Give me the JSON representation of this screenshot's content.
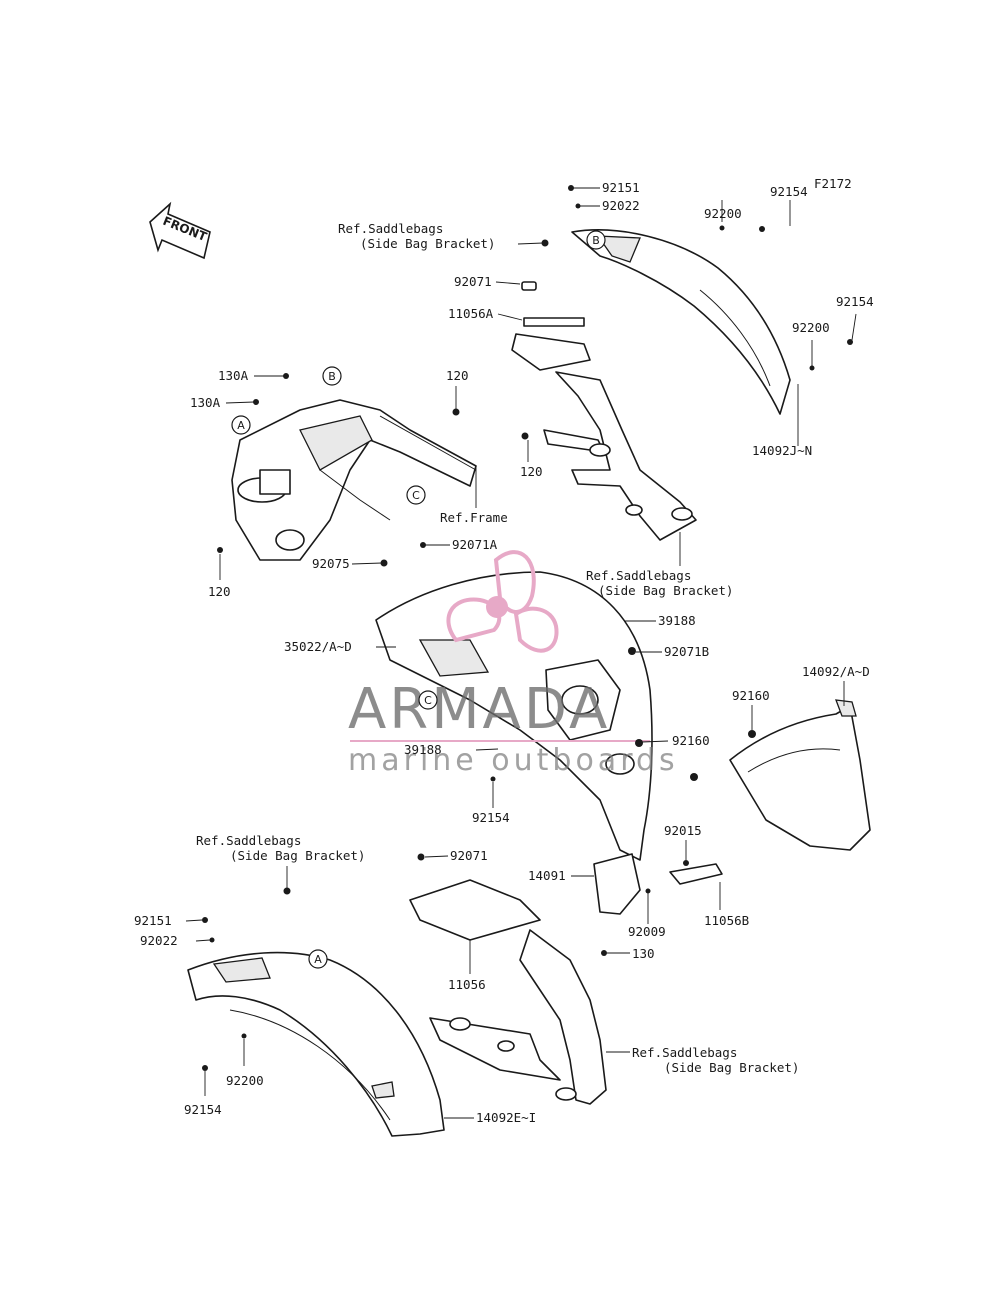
{
  "figure_code": "F2172",
  "front_label": "FRONT",
  "watermark": {
    "brand": "ARMADA",
    "tagline": "marine outboards",
    "accent": "#e7a9c7"
  },
  "callouts": {
    "A": "A",
    "B": "B",
    "C": "C"
  },
  "labels": {
    "p92151_top": "92151",
    "p92022_top": "92022",
    "p92154_top": "92154",
    "p92200_top": "92200",
    "ref_bracket_top_1": "Ref.Saddlebags",
    "ref_bracket_top_2": "(Side Bag Bracket)",
    "p92071_top": "92071",
    "p11056A": "11056A",
    "p92154_right": "92154",
    "p92200_right": "92200",
    "p130A_1": "130A",
    "p130A_2": "130A",
    "p120_top": "120",
    "p120_mid": "120",
    "p14092JN": "14092J~N",
    "ref_frame": "Ref.Frame",
    "p120_left": "120",
    "p92071A": "92071A",
    "p92075": "92075",
    "ref_bracket_mid_1": "Ref.Saddlebags",
    "ref_bracket_mid_2": "(Side Bag Bracket)",
    "p39188_right": "39188",
    "p35022": "35022/A~D",
    "p92071B": "92071B",
    "p14092AD": "14092/A~D",
    "p92160_top": "92160",
    "p39188_left": "39188",
    "p92160_mid": "92160",
    "p92154_mid": "92154",
    "ref_bracket_left_1": "Ref.Saddlebags",
    "ref_bracket_left_2": "(Side Bag Bracket)",
    "p92071_bot": "92071",
    "p92015": "92015",
    "p14091": "14091",
    "p92151_bot": "92151",
    "p92022_bot": "92022",
    "p92009": "92009",
    "p11056B": "11056B",
    "p130": "130",
    "p11056": "11056",
    "ref_bracket_bot_1": "Ref.Saddlebags",
    "ref_bracket_bot_2": "(Side Bag Bracket)",
    "p92200_bot": "92200",
    "p92154_bot": "92154",
    "p14092EI": "14092E~I"
  }
}
